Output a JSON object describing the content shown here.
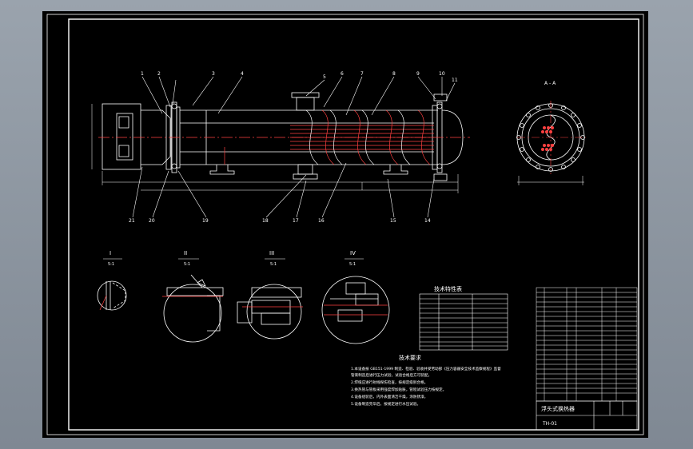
{
  "drawing": {
    "section_titles": [
      "I",
      "II",
      "III",
      "IV"
    ],
    "section_scales": [
      "5:1",
      "5:1",
      "5:1",
      "5:1"
    ],
    "end_view_label": "A - A",
    "leaders_top": [
      "1",
      "2",
      "3",
      "4",
      "5",
      "6",
      "7",
      "8",
      "9",
      "10",
      "11"
    ],
    "leaders_bottom": [
      "21",
      "20",
      "19",
      "18",
      "17",
      "16",
      "15",
      "14"
    ],
    "tech_char_title": "技术特性表",
    "tech_req_title": "技术要求",
    "tech_req_lines": [
      "1.本设备按 GB151-1999 制造、检验、验收并受劳动部《压力容器安全技术监察规程》监督",
      "  管束制造后进行压力试验，试验合格后方可装配。",
      "2.焊缝应进行射线探伤检查，按规定级别合格。",
      "3.换热管与管板采用强度焊加贴胀，管程试验压力按规定。",
      "4.设备组装后，内外表面清洁干燥，涂防锈漆。",
      "5.设备制造完毕后，按规定进行水压试验。"
    ],
    "title_block_name": "浮头式换热器",
    "drawing_no": "TH-01"
  }
}
